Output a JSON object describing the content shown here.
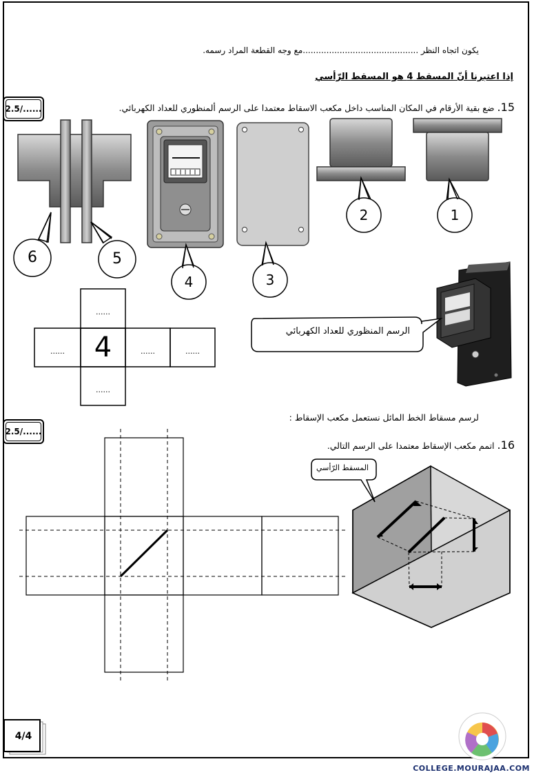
{
  "header": {
    "line1": "يكون اتجاه النظر  ............................................مع وجه القطعة المراد رسمه.",
    "heading": "إذا اعتبرنا أنّ المسقط 4 هو المسقط الرّأسي"
  },
  "q15": {
    "number": "15.",
    "text": "ضع بقية الأرقام في المكان المناسب داخل مكعب الاسقاط  معتمدا على الرسم ألمنظوري للعداد الكهربائي.",
    "score": "2.5/......",
    "labels": [
      "1",
      "2",
      "3",
      "4",
      "5",
      "6"
    ],
    "cube_center": "4",
    "cube_blank": "......",
    "callout": "الرسم المنظوري للعداد الكهربائي"
  },
  "q16": {
    "intro": "لرسم مسقاط الخط المائل نستعمل مكعب الإسقاط :",
    "number": "16.",
    "text": "اتمم مكعب الإسقاط معتمدا على الرسم التالي.",
    "score": "2.5/......",
    "callout": "المسقط الرّأسي"
  },
  "page": {
    "number": "4/4"
  },
  "footer": {
    "site": "COLLEGE.MOURAJAA.COM"
  }
}
